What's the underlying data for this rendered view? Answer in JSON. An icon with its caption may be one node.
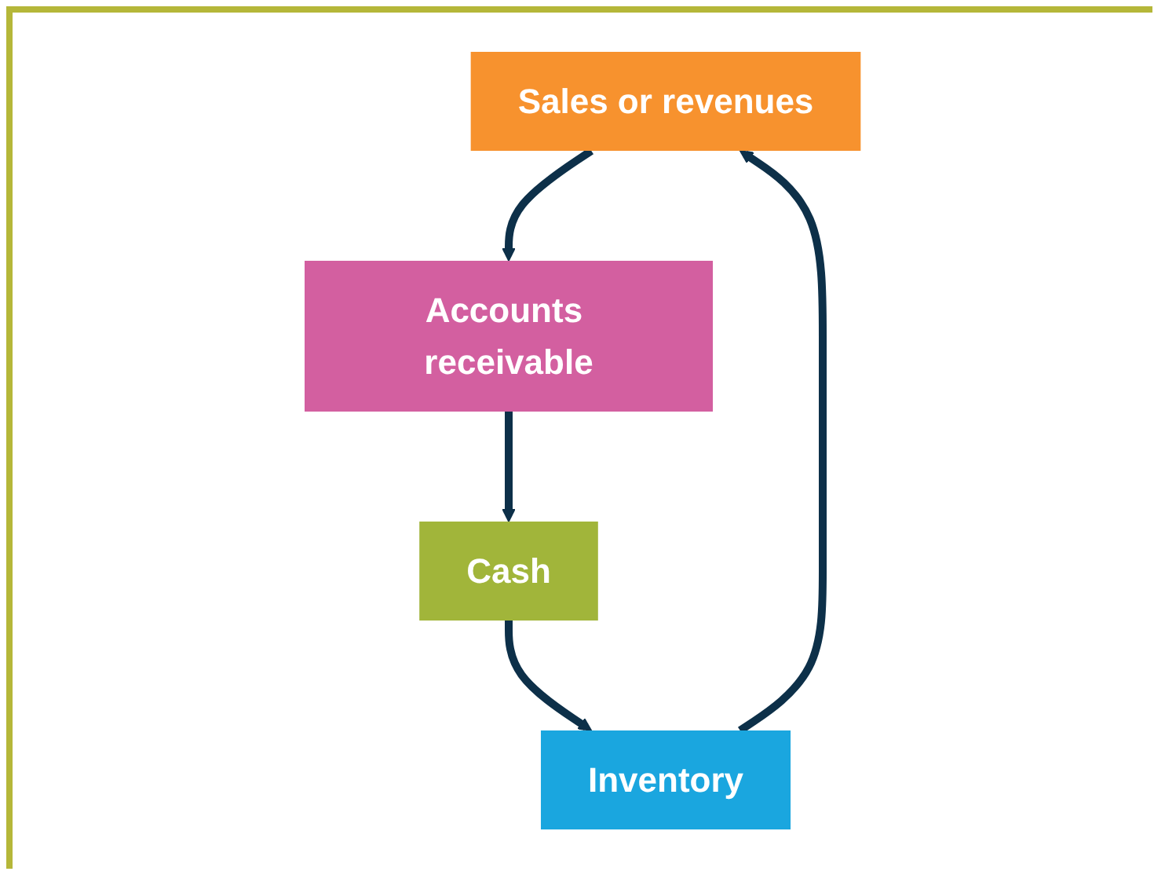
{
  "diagram": {
    "nodes": [
      {
        "text": [
          "Sales or revenues"
        ]
      },
      {
        "text": [
          "Inventory"
        ]
      },
      {
        "text": [
          "Accounts receivable"
        ]
      },
      {
        "text": [
          "Cash"
        ]
      }
    ],
    "edges": [
      {
        "from": 0,
        "to": 2,
        "arrow": "to"
      },
      {
        "from": 2,
        "to": 3,
        "arrow": "to"
      },
      {
        "from": 3,
        "to": 1,
        "arrow": "to"
      },
      {
        "from": 1,
        "to": 0,
        "arrow": "to"
      }
    ]
  }
}
